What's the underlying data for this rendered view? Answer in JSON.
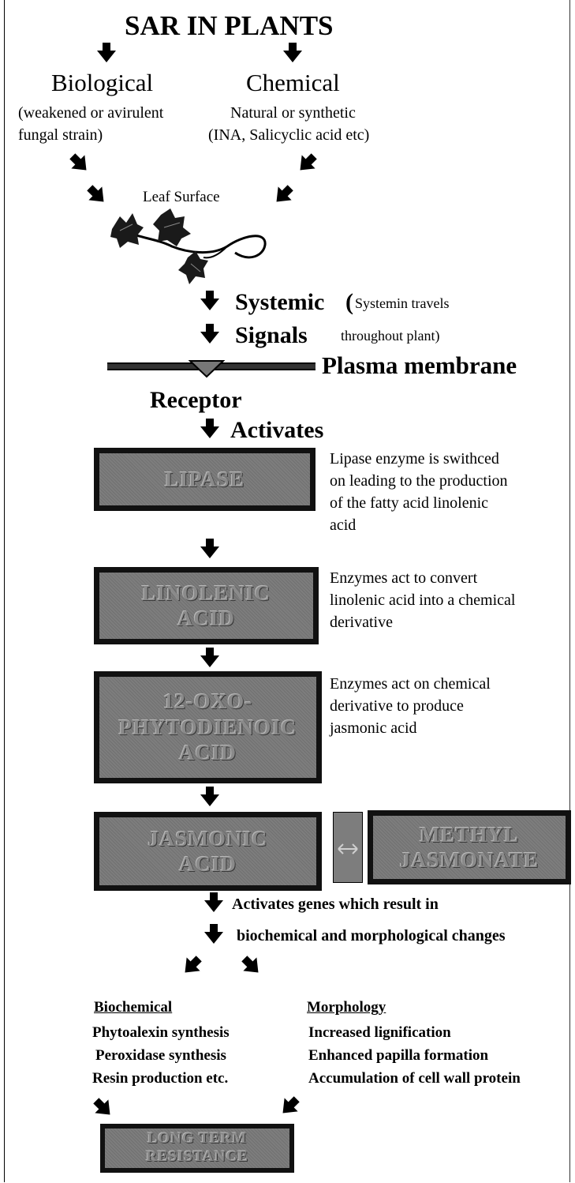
{
  "title": "SAR IN PLANTS",
  "biological": {
    "heading": "Biological",
    "line1": "(weakened or avirulent",
    "line2": "fungal strain)"
  },
  "chemical": {
    "heading": "Chemical",
    "line1": "Natural or synthetic",
    "line2": "(INA, Salicyclic acid etc)"
  },
  "leaf_surface": "Leaf Surface",
  "systemic": {
    "word1": "Systemic",
    "open_paren": "(",
    "note1": "Systemin travels",
    "word2": "Signals",
    "note2": "throughout plant)"
  },
  "plasma_membrane": "Plasma membrane",
  "receptor": "Receptor",
  "activates": "Activates",
  "boxes": {
    "lipase": "LIPASE",
    "linolenic": "LINOLENIC\nACID",
    "oxo": "12-OXO-\nPHYTODIENOIC\nACID",
    "jasmonic": "JASMONIC\nACID",
    "methyl": "METHYL\nJASMONATE",
    "resistance": "LONG TERM\nRESISTANCE"
  },
  "notes": {
    "lipase": "Lipase enzyme is swithced\non leading to the production\nof the fatty acid linolenic\nacid",
    "linolenic": "Enzymes act to convert\nlinolenic acid into a chemical\nderivative",
    "oxo": "Enzymes act on chemical\nderivative to produce\njasmonic acid"
  },
  "genes": {
    "line1": "Activates genes which result in",
    "line2": "biochemical and morphological changes"
  },
  "biochemical": {
    "heading": "Biochemical",
    "items": [
      "Phytoalexin synthesis",
      "Peroxidase synthesis",
      "Resin production etc."
    ]
  },
  "morphology": {
    "heading": "Morphology",
    "items": [
      "Increased lignification",
      "Enhanced papilla formation",
      "Accumulation of cell wall protein"
    ]
  }
}
